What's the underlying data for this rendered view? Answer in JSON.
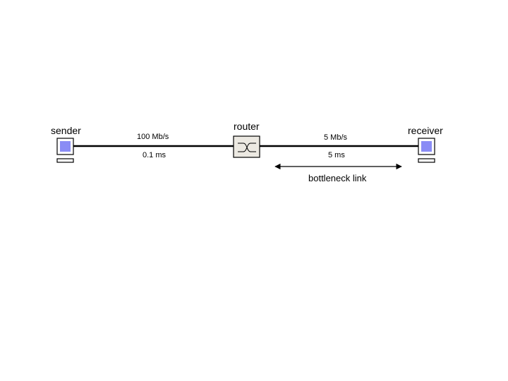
{
  "nodes": {
    "sender": {
      "label": "sender"
    },
    "router": {
      "label": "router"
    },
    "receiver": {
      "label": "receiver"
    }
  },
  "links": {
    "left": {
      "bandwidth": "100 Mb/s",
      "delay": "0.1 ms"
    },
    "right": {
      "bandwidth": "5 Mb/s",
      "delay": "5 ms"
    }
  },
  "annotation": {
    "bottleneck": "bottleneck link"
  },
  "colors": {
    "screen": "#8a8cf5",
    "router_fill": "#ece9e2",
    "line": "#000000"
  }
}
